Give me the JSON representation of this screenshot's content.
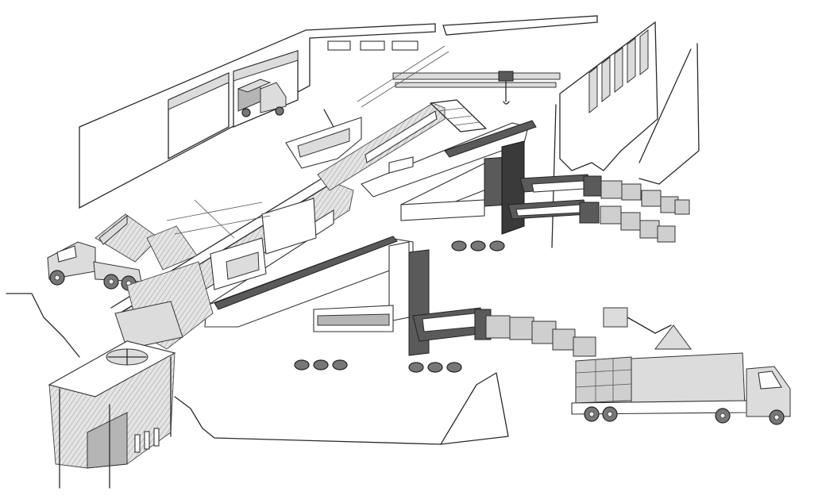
{
  "figure": {
    "palette": {
      "line": "#2a2a2a",
      "light_fill": "#dcdcdc",
      "mid_fill": "#b5b5b5",
      "dark_fill": "#5a5a5a",
      "background": "#ffffff"
    },
    "components": [
      "building-enclosure",
      "overhead-crane",
      "delivery-truck-left",
      "small-truck-in-bay",
      "receiving-hopper",
      "inclined-belt-conveyor",
      "sorting-conveyors",
      "baling-presses",
      "bale-stacks",
      "storage-silo",
      "loader-crane",
      "transport-truck-right"
    ]
  }
}
